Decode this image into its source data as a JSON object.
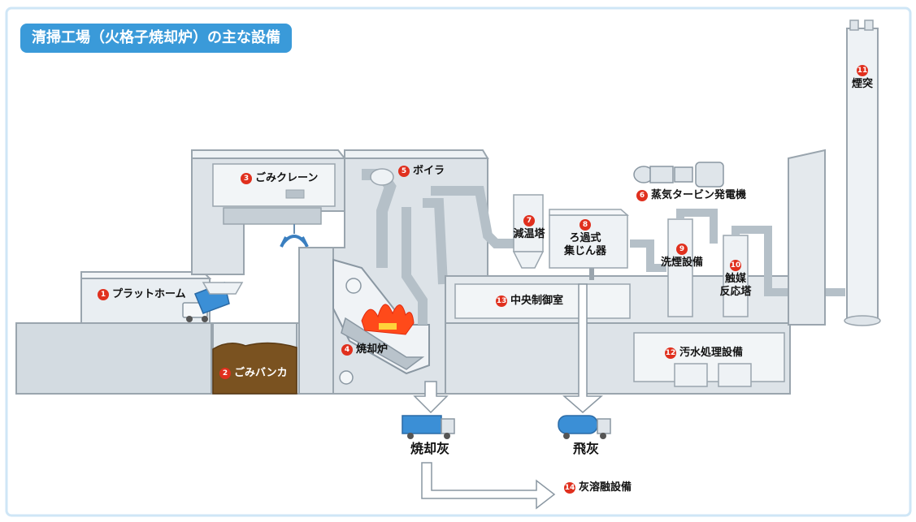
{
  "title": "清掃工場（火格子焼却炉）の主な設備",
  "colors": {
    "title_bg": "#3a9ad9",
    "frame": "#cfe6f6",
    "wall_fill": "#dde3e8",
    "wall_stroke": "#9aa5ae",
    "number_badge": "#e0301e",
    "garbage": "#7a5220",
    "fire": "#ff4a1a"
  },
  "labels": [
    {
      "key": "platform",
      "number": "1",
      "text": "プラットホーム"
    },
    {
      "key": "bunker",
      "number": "2",
      "text": "ごみバンカ"
    },
    {
      "key": "crane",
      "number": "3",
      "text": "ごみクレーン"
    },
    {
      "key": "incinerator",
      "number": "4",
      "text": "焼却炉"
    },
    {
      "key": "boiler",
      "number": "5",
      "text": "ボイラ"
    },
    {
      "key": "turbine",
      "number": "6",
      "text": "蒸気タービン発電機"
    },
    {
      "key": "cooling",
      "number": "7",
      "text": "減温塔"
    },
    {
      "key": "filter",
      "number": "8",
      "text": "ろ過式\n集じん器"
    },
    {
      "key": "scrubber",
      "number": "9",
      "text": "洗煙設備"
    },
    {
      "key": "catalyst",
      "number": "10",
      "text": "触媒\n反応塔"
    },
    {
      "key": "chimney",
      "number": "11",
      "text": "煙突"
    },
    {
      "key": "wastewater",
      "number": "12",
      "text": "汚水処理設備"
    },
    {
      "key": "control",
      "number": "13",
      "text": "中央制御室"
    },
    {
      "key": "ash_melt",
      "number": "14",
      "text": "灰溶融設備"
    }
  ],
  "outputs": {
    "bottom_ash": "焼却灰",
    "fly_ash": "飛灰"
  }
}
